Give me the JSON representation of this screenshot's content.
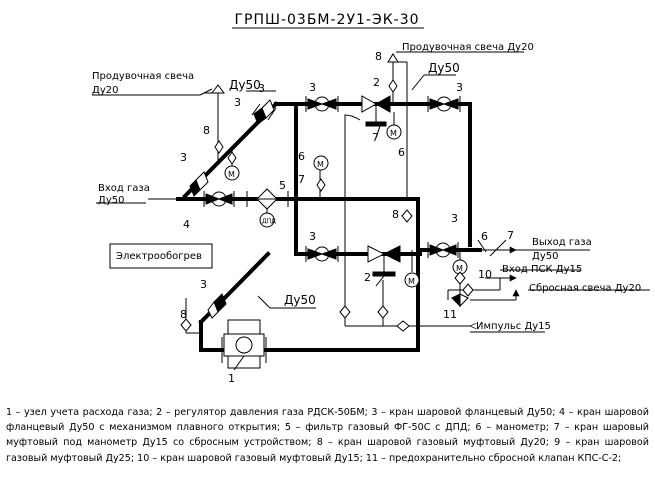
{
  "title": "ГРПШ-03БМ-2У1-ЭК-30",
  "labels": {
    "purge_right": "Продувочная свеча Ду20",
    "purge_left_1": "Продувочная свеча",
    "purge_left_2": "Ду20",
    "inlet_1": "Вход газа",
    "inlet_2": "Ду50",
    "outlet_1": "Выход газа",
    "outlet_2": "Ду50",
    "psk_in": "Вход ПСК Ду15",
    "discharge": "Сбросная свеча Ду20",
    "impulse": "Импульс Ду15",
    "heater": "Электрообогрев",
    "dpd": "ДПД",
    "gauge": "М",
    "dn_top_left": "Ду50",
    "dn_top_right": "Ду50",
    "dn_bottom": "Ду50"
  },
  "numbers": {
    "n1": "1",
    "n2a": "2",
    "n2b": "2",
    "n3a": "3",
    "n3b": "3",
    "n3c": "3",
    "n3d": "3",
    "n3e": "3",
    "n3f": "3",
    "n3g": "3",
    "n3h": "3",
    "n4": "4",
    "n5": "5",
    "n6a": "6",
    "n6b": "6",
    "n6c": "6",
    "n7a": "7",
    "n7b": "7",
    "n7c": "7",
    "n8a": "8",
    "n8b": "8",
    "n8c": "8",
    "n8d": "8",
    "n10": "10",
    "n11": "11"
  },
  "legend": "1 – узел учета расхода газа; 2 – регулятор давления газа РДСК-50БМ; 3 – кран шаровой фланцевый Ду50; 4 – кран шаровой фланцевый Ду50 с механизмом плавного открытия; 5 – фильтр газовый ФГ-50С с ДПД; 6 – манометр; 7 – кран шаровый муфтовый под манометр Ду15 со сбросным устройством; 8 – кран шаровой газовый муфтовый Ду20; 9 – кран шаровой газовый муфтовый Ду25; 10 – кран шаровой газовый муфтовый Ду15; 11 – предохранительно сбросной клапан КПС-С-2;"
}
